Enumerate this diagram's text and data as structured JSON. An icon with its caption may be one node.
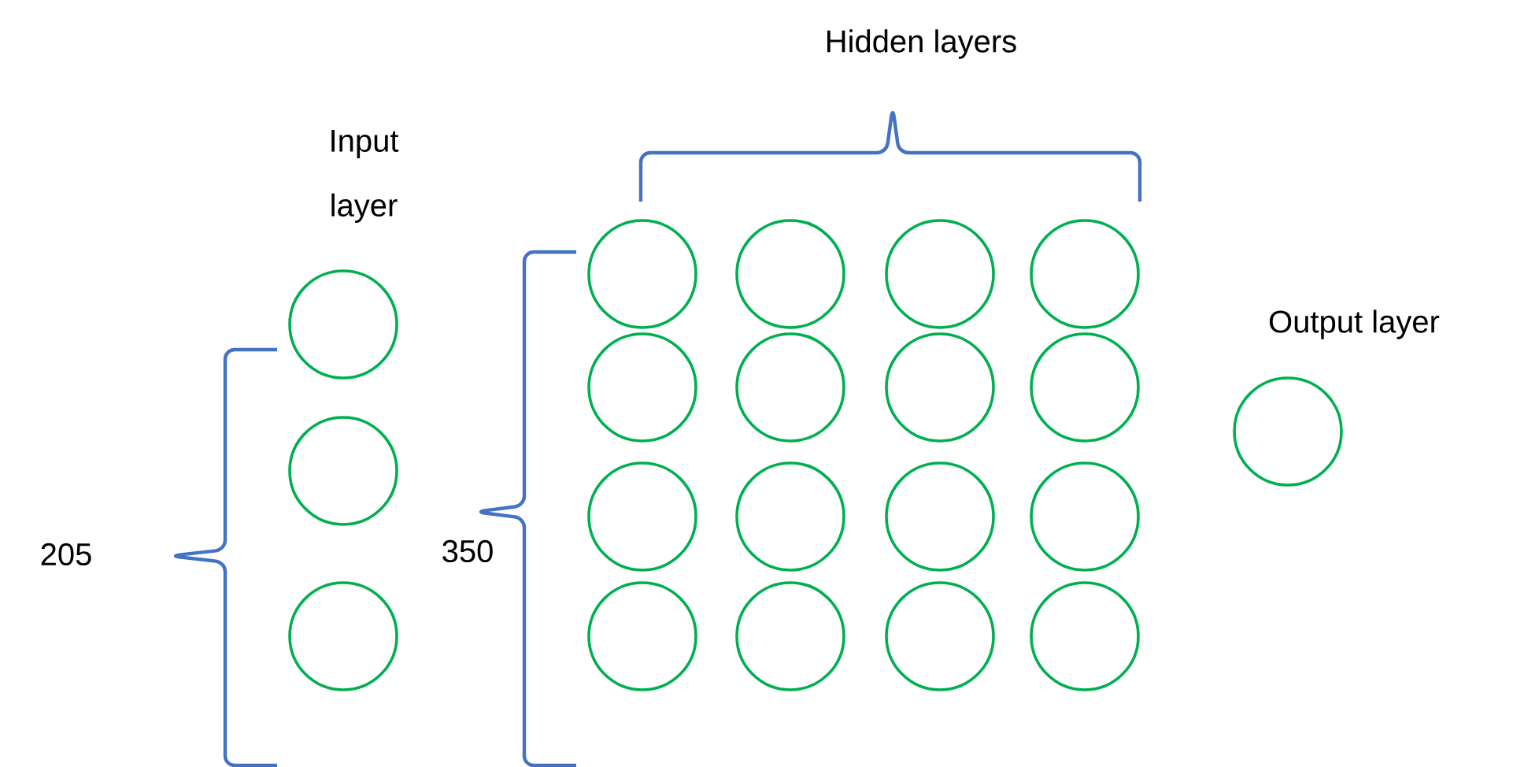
{
  "diagram": {
    "nodes": [
      {
        "text": [],
        "shape": "circle"
      },
      {
        "text": [],
        "shape": "circle"
      },
      {
        "text": [],
        "shape": "circle"
      },
      {
        "text": [],
        "shape": "circle"
      },
      {
        "text": [],
        "shape": "circle"
      },
      {
        "text": [],
        "shape": "circle"
      },
      {
        "text": [],
        "shape": "circle"
      },
      {
        "text": [],
        "shape": "circle"
      },
      {
        "text": [],
        "shape": "circle"
      },
      {
        "text": [],
        "shape": "circle"
      },
      {
        "text": [],
        "shape": "circle"
      },
      {
        "text": [],
        "shape": "circle"
      },
      {
        "text": [],
        "shape": "circle"
      },
      {
        "text": [],
        "shape": "circle"
      },
      {
        "text": [],
        "shape": "circle"
      },
      {
        "text": [],
        "shape": "circle"
      },
      {
        "text": [],
        "shape": "circle"
      },
      {
        "text": [],
        "shape": "circle"
      },
      {
        "text": [],
        "shape": "circle"
      },
      {
        "text": [],
        "shape": "circle"
      }
    ],
    "labels": [
      "Hidden layers",
      "Input layer",
      "Output layer",
      "205",
      "350"
    ]
  }
}
